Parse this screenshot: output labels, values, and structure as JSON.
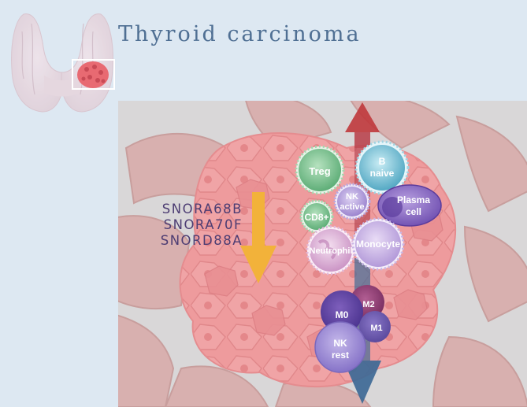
{
  "header": {
    "title": "Thyroid carcinoma"
  },
  "genes": [
    "SNORA68B",
    "SNORA70F",
    "SNORD88A"
  ],
  "cells": {
    "treg": "Treg",
    "b_naive": [
      "B",
      "naive"
    ],
    "nk_active": [
      "NK",
      "active"
    ],
    "plasma": [
      "Plasma",
      "cell"
    ],
    "cd8": "CD8+",
    "neutrophil": "Neutrophil",
    "monocyte": "Monocyte",
    "m2": "M2",
    "m0": "M0",
    "m1": "M1",
    "nk_rest": [
      "NK",
      "rest"
    ]
  },
  "colors": {
    "background": "#dde8f2",
    "title": "#4f6f93",
    "genes": "#4d3d73",
    "down_arrow": "#f2b23a",
    "up_arrow": "#c0393c",
    "low_arrow": "#3e6a96",
    "tumor": "#ee9b9d",
    "tissue": "#d7aaa8"
  },
  "icons": [
    "thyroid-gland-icon",
    "tumor-highlight-icon"
  ]
}
